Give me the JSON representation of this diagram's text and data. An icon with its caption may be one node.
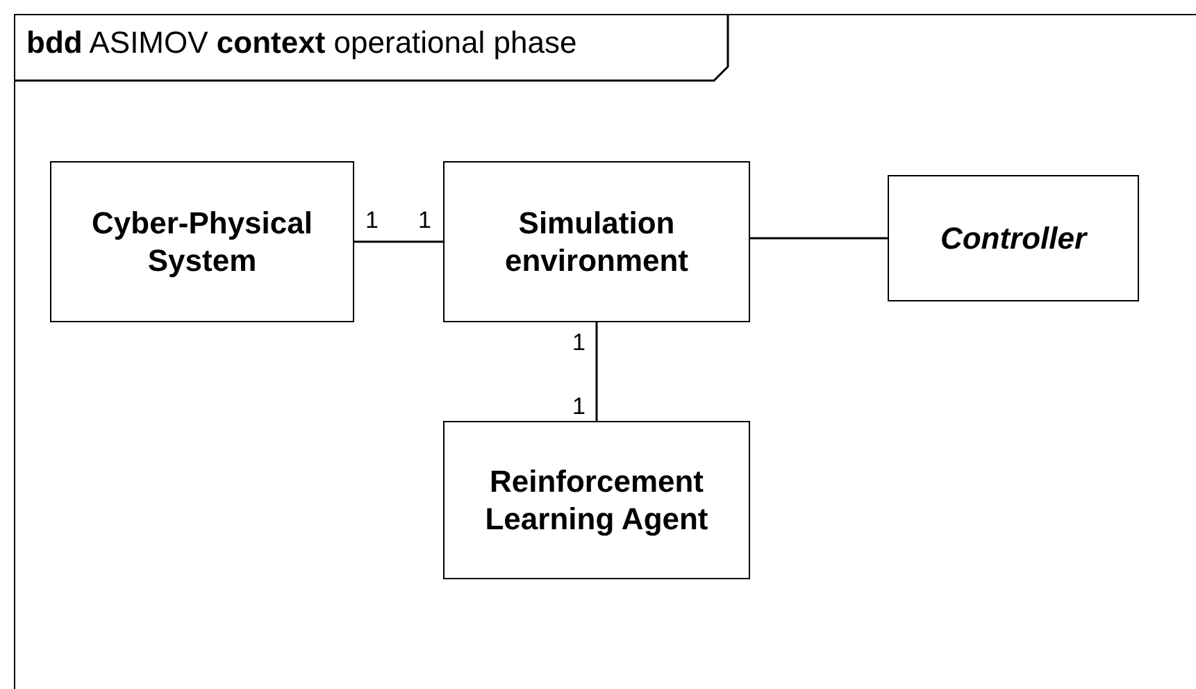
{
  "diagram": {
    "nodes": [
      {
        "text": [
          "**bdd** ASIMOV **context** operational phase"
        ]
      },
      {
        "text": [
          "Cyber-Physical System"
        ],
        "in": 0
      },
      {
        "text": [
          "Simulation environment"
        ],
        "in": 0
      },
      {
        "text": [
          "Controller"
        ],
        "in": 0
      },
      {
        "text": [
          "Reinforcement Learning Agent"
        ],
        "in": 0
      }
    ],
    "edges": [
      {
        "from": 1,
        "to": 2,
        "arrow": "none"
      },
      {
        "from": 2,
        "to": 3,
        "arrow": "none"
      },
      {
        "from": 2,
        "to": 4,
        "arrow": "none"
      }
    ],
    "labels": [
      "1",
      "1",
      "1",
      "1"
    ]
  }
}
